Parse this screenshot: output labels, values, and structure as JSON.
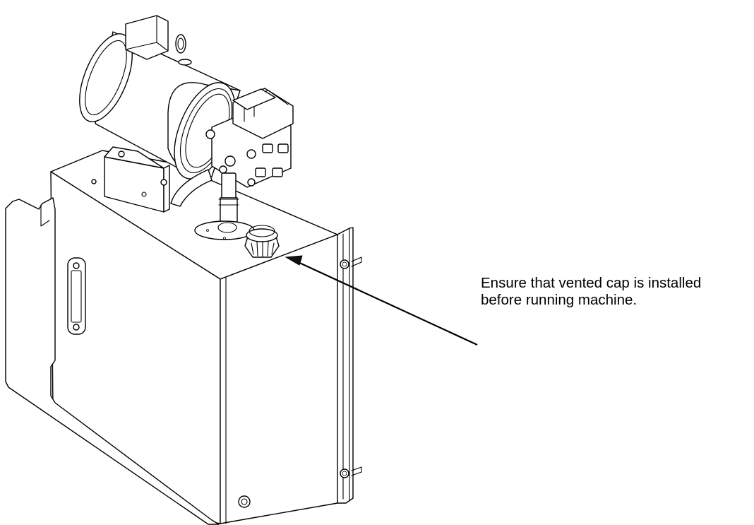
{
  "annotation": {
    "line1": "Ensure that vented cap is installed",
    "line2": "before running machine."
  },
  "colors": {
    "ink": "#000000",
    "paper": "#ffffff"
  },
  "icons": {
    "pointer": "arrowhead"
  }
}
